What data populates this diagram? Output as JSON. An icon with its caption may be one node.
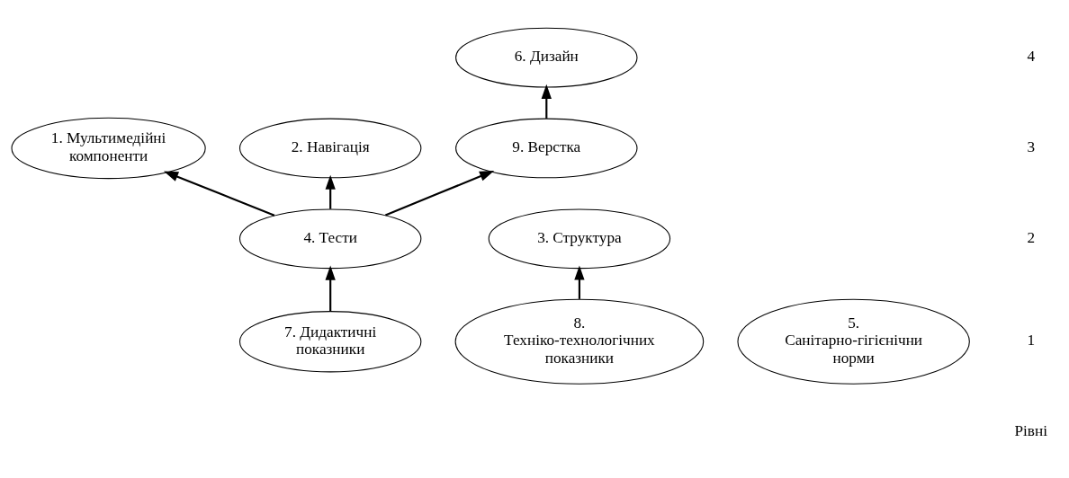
{
  "diagram": {
    "nodes": [
      {
        "text": [
          "6. Дизайн"
        ]
      },
      {
        "text": [
          "1. Мультимедійні компоненти"
        ]
      },
      {
        "text": [
          "2. Навігація"
        ]
      },
      {
        "text": [
          "9. Верстка"
        ]
      },
      {
        "text": [
          "3. Структура"
        ]
      },
      {
        "text": [
          "4. Тести"
        ]
      },
      {
        "text": [
          "5. Санітарно-гігієнічни норми"
        ]
      },
      {
        "text": [
          "7. Дидактичні показники"
        ]
      },
      {
        "text": [
          "8. Техніко-технологічних показники"
        ]
      }
    ],
    "edges": [
      {
        "from": 3,
        "to": 0,
        "arrow": "to"
      },
      {
        "from": 5,
        "to": 1,
        "arrow": "to"
      },
      {
        "from": 5,
        "to": 2,
        "arrow": "to"
      },
      {
        "from": 5,
        "to": 3,
        "arrow": "to"
      },
      {
        "from": 7,
        "to": 5,
        "arrow": "to"
      },
      {
        "from": 8,
        "to": 4,
        "arrow": "to"
      }
    ],
    "labels": [
      "4",
      "3",
      "2",
      "1",
      "Рівні"
    ]
  }
}
